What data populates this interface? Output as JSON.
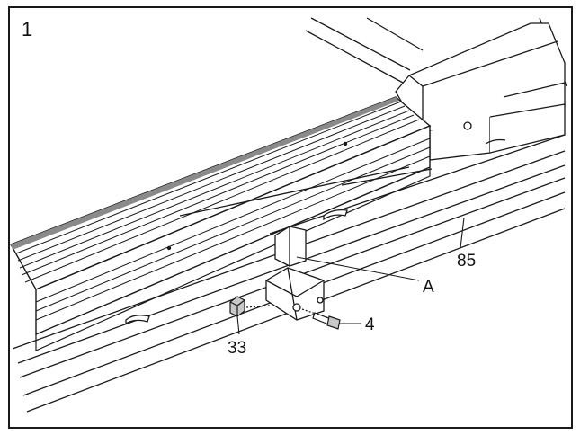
{
  "step_number": "1",
  "callouts": {
    "part_85": "85",
    "part_a": "A",
    "part_4": "4",
    "part_33": "33"
  },
  "colors": {
    "line": "#1a1a1a",
    "shade": "#c8c8c8",
    "frame": "#1a1a1a"
  }
}
